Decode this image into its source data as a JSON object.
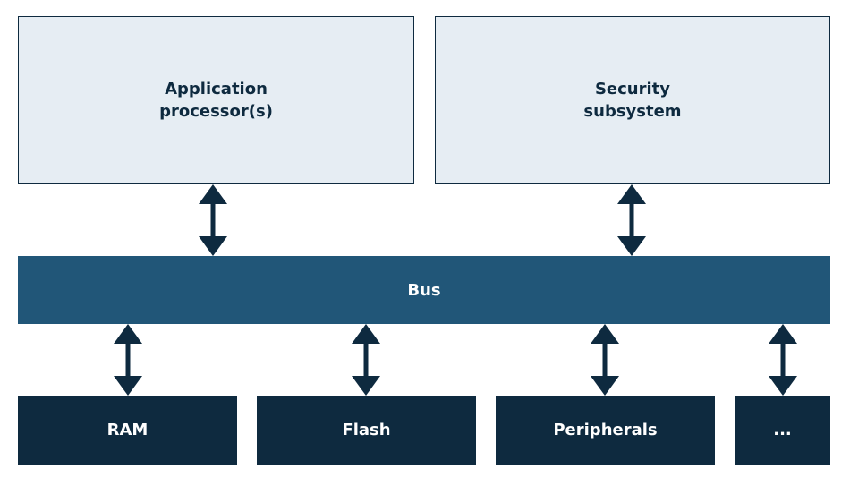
{
  "top_blocks": [
    {
      "line1": "Application",
      "line2": "processor(s)"
    },
    {
      "line1": "Security",
      "line2": "subsystem"
    }
  ],
  "bus": {
    "label": "Bus"
  },
  "bottom_blocks": [
    {
      "label": "RAM"
    },
    {
      "label": "Flash"
    },
    {
      "label": "Peripherals"
    },
    {
      "label": "..."
    }
  ],
  "colors": {
    "light_fill": "#e6edf3",
    "bus_fill": "#215678",
    "dark_fill": "#0e2a3f",
    "arrow": "#0e2a3f"
  }
}
